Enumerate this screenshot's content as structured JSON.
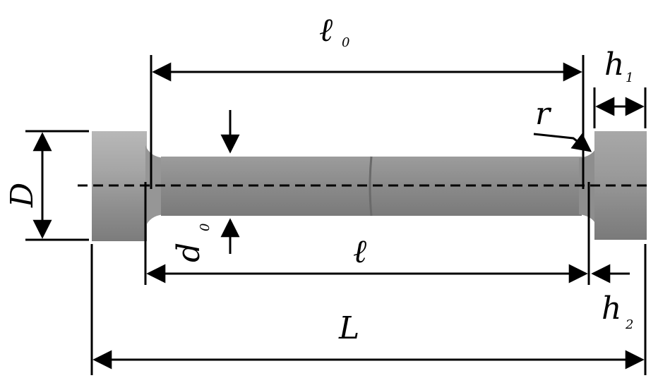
{
  "labels": {
    "l0": "ℓ",
    "l0_sub": "0",
    "h1": "h",
    "h1_sub": "1",
    "r": "r",
    "D": "D",
    "d0": "d",
    "d0_sub": "0",
    "l": "ℓ",
    "h2": "h",
    "h2_sub": "2",
    "L": "L"
  },
  "colors": {
    "line": "#000000",
    "metal_light": "#c8c8c8",
    "metal_mid": "#9a9a9a",
    "metal_dark": "#6e6e6e"
  }
}
